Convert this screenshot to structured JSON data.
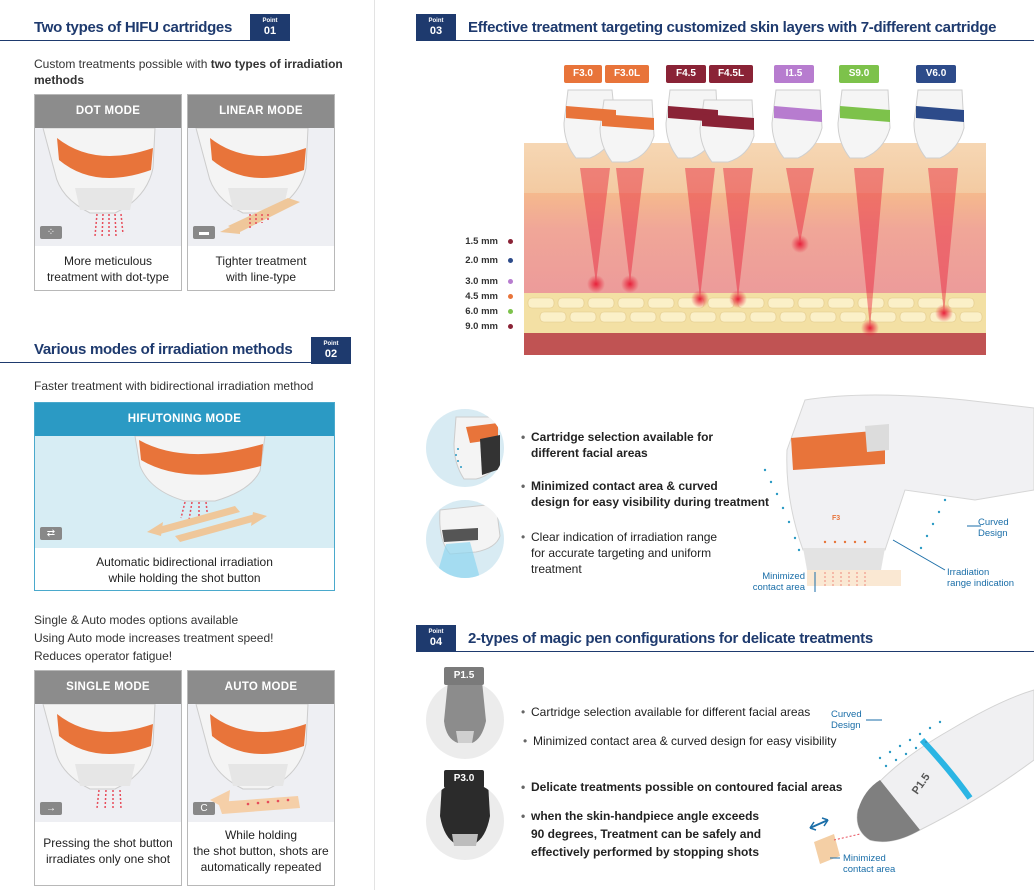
{
  "sec1": {
    "title": "Two types of HIFU cartridges",
    "badge_label": "Point",
    "badge_num": "01",
    "desc_pre": "Custom treatments possible with ",
    "desc_bold": "two types of irradiation methods",
    "cards": [
      {
        "header": "DOT MODE",
        "caption": [
          "More meticulous",
          "treatment with dot-type"
        ]
      },
      {
        "header": "LINEAR MODE",
        "caption": [
          "Tighter treatment",
          "with line-type"
        ]
      }
    ]
  },
  "sec2": {
    "title": "Various modes of irradiation methods",
    "badge_label": "Point",
    "badge_num": "02",
    "desc": "Faster treatment with bidirectional irradiation method",
    "hifu": {
      "header": "HIFUTONING MODE",
      "caption": [
        "Automatic bidirectional irradiation",
        "while holding the shot button"
      ]
    },
    "modes_lines": [
      "Single & Auto modes options available",
      "Using Auto mode increases treatment speed!",
      "Reduces operator fatigue!"
    ],
    "cards": [
      {
        "header": "SINGLE MODE",
        "caption": [
          "Pressing the shot button",
          "irradiates only one shot"
        ]
      },
      {
        "header": "AUTO MODE",
        "caption": [
          "While holding",
          "the shot button, shots are",
          "automatically repeated"
        ]
      }
    ]
  },
  "sec3": {
    "title": "Effective treatment targeting customized skin layers with 7-different cartridge",
    "badge_label": "Point",
    "badge_num": "03",
    "cartridges": [
      {
        "label": "F3.0",
        "color": "#e8743a"
      },
      {
        "label": "F3.0L",
        "color": "#e8743a"
      },
      {
        "label": "F4.5",
        "color": "#8a2336"
      },
      {
        "label": "F4.5L",
        "color": "#8a2336"
      },
      {
        "label": "I1.5",
        "color": "#b77ccf"
      },
      {
        "label": "S9.0",
        "color": "#7dc24b"
      },
      {
        "label": "V6.0",
        "color": "#2d4b8a"
      }
    ],
    "depths": [
      {
        "label": "1.5 mm",
        "color": "#8a2336"
      },
      {
        "label": "2.0 mm",
        "color": "#2d4b8a"
      },
      {
        "label": "3.0 mm",
        "color": "#b77ccf"
      },
      {
        "label": "4.5 mm",
        "color": "#e8743a"
      },
      {
        "label": "6.0 mm",
        "color": "#7dc24b"
      },
      {
        "label": "9.0 mm",
        "color": "#8a2336"
      }
    ],
    "bullets": [
      {
        "text": [
          "Cartridge selection available for",
          "different facial areas"
        ],
        "bold": true
      },
      {
        "text": [
          "Minimized contact area & curved",
          "design for easy visibility during treatment"
        ],
        "bold": true
      },
      {
        "text": [
          "Clear indication of irradiation range",
          "for accurate targeting and uniform",
          "treatment"
        ],
        "bold": false
      }
    ],
    "notes": {
      "curved": [
        "Curved",
        "Design"
      ],
      "irradiation": [
        "Irradiation",
        "range indication"
      ],
      "contact": [
        "Minimized",
        "contact area"
      ],
      "tip_label": "F3"
    }
  },
  "sec4": {
    "title": "2-types of magic pen configurations for delicate treatments",
    "badge_label": "Point",
    "badge_num": "04",
    "pens": [
      {
        "label": "P1.5"
      },
      {
        "label": "P3.0"
      }
    ],
    "bullets": [
      {
        "text": [
          "Cartridge selection available for different facial areas"
        ],
        "bold": false
      },
      {
        "text": [
          "Minimized contact area & curved design for easy visibility"
        ],
        "bold": false
      },
      {
        "text": [
          "Delicate treatments possible on contoured facial areas"
        ],
        "bold": true
      },
      {
        "text": [
          "when the skin-handpiece angle exceeds",
          "90 degrees, Treatment can be safely and",
          "effectively performed by stopping shots"
        ],
        "bold": true
      }
    ],
    "notes": {
      "curved": [
        "Curved",
        "Design"
      ],
      "contact": [
        "Minimized",
        "contact area"
      ],
      "pen_label": "P1.5"
    }
  }
}
